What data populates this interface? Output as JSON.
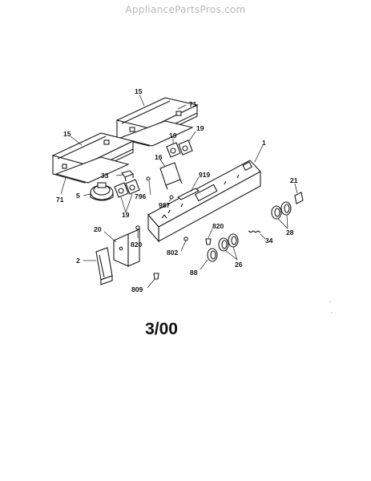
{
  "watermark": "AppliancePartsPros.com",
  "date_code": "3/00",
  "colors": {
    "ink": "#1a1a1a",
    "watermark": "#b8b8b8",
    "background": "#ffffff"
  },
  "callouts": {
    "c15a": "15",
    "c71a": "71",
    "c15b": "15",
    "c71b": "71",
    "c19a": "19",
    "c19b": "19",
    "c19c": "19",
    "c33": "33",
    "c5": "5",
    "c16": "16",
    "c1": "1",
    "c919": "919",
    "c796": "796",
    "c987": "987",
    "c21": "21",
    "c28": "28",
    "c820a": "820",
    "c820b": "820",
    "c20": "20",
    "c802": "802",
    "c34": "34",
    "c2": "2",
    "c88": "88",
    "c26": "26",
    "c809": "809"
  }
}
